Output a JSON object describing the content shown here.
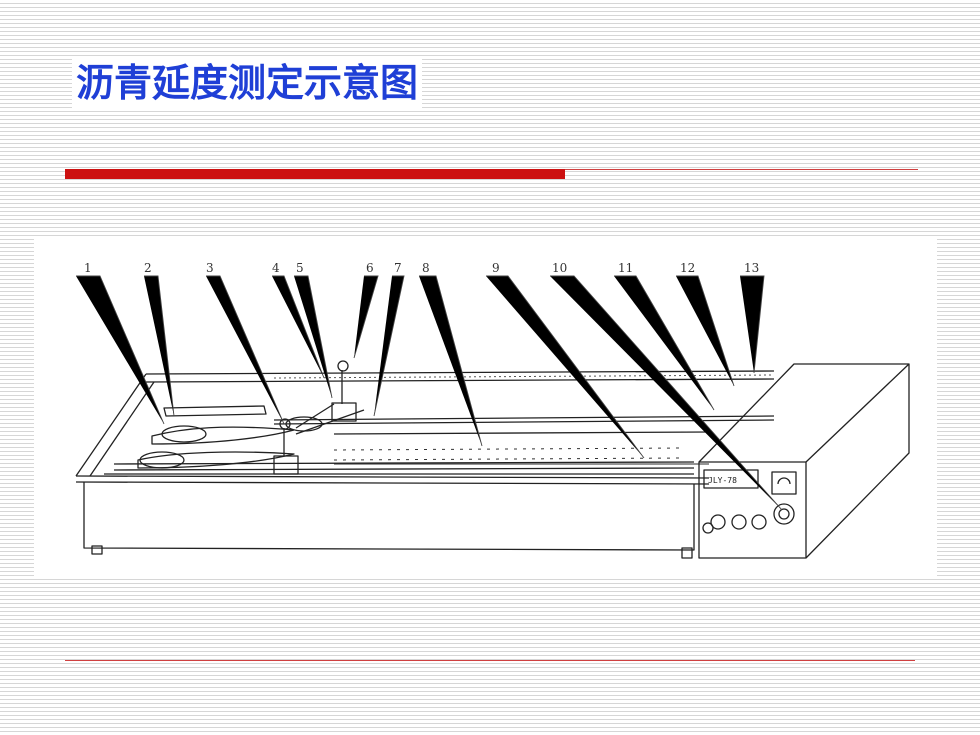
{
  "slide": {
    "title": "沥青延度测定示意图"
  },
  "diagram": {
    "part_labels": [
      "1",
      "2",
      "3",
      "4",
      "5",
      "6",
      "7",
      "8",
      "9",
      "10",
      "11",
      "12",
      "13"
    ],
    "display_text": "JLY-78"
  }
}
